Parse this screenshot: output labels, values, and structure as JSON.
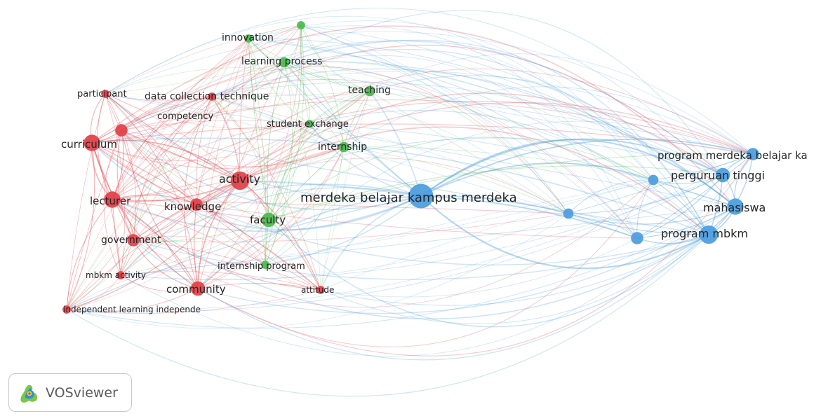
{
  "network": {
    "colors": {
      "1": "#e2434b",
      "2": "#4fba4f",
      "3": "#4f9fde"
    },
    "nodes": [
      {
        "id": "merdeka",
        "label": "merdeka belajar kampus merdeka",
        "cluster": 3,
        "weight": 10
      },
      {
        "id": "activity",
        "label": "activity",
        "cluster": 1,
        "weight": 7
      },
      {
        "id": "curriculum",
        "label": "curriculum",
        "cluster": 1,
        "weight": 6
      },
      {
        "id": "lecturer",
        "label": "lecturer",
        "cluster": 1,
        "weight": 6
      },
      {
        "id": "community",
        "label": "community",
        "cluster": 1,
        "weight": 5
      },
      {
        "id": "competency",
        "label": "competency",
        "cluster": 1,
        "weight": 4
      },
      {
        "id": "knowledge",
        "label": "knowledge",
        "cluster": 1,
        "weight": 4
      },
      {
        "id": "government",
        "label": "government",
        "cluster": 1,
        "weight": 4
      },
      {
        "id": "participant",
        "label": "participant",
        "cluster": 1,
        "weight": 2
      },
      {
        "id": "datacollection",
        "label": "data collection technique",
        "cluster": 1,
        "weight": 2
      },
      {
        "id": "mbkmactivity",
        "label": "mbkm activity",
        "cluster": 1,
        "weight": 2
      },
      {
        "id": "independent",
        "label": "independent learning independe",
        "cluster": 1,
        "weight": 2
      },
      {
        "id": "attitude",
        "label": "attitude",
        "cluster": 1,
        "weight": 2
      },
      {
        "id": "faculty",
        "label": "faculty",
        "cluster": 2,
        "weight": 5
      },
      {
        "id": "innovation",
        "label": "innovation",
        "cluster": 2,
        "weight": 2
      },
      {
        "id": "topnode",
        "label": "",
        "cluster": 2,
        "weight": 2
      },
      {
        "id": "learningprocess",
        "label": "learning process",
        "cluster": 2,
        "weight": 3
      },
      {
        "id": "teaching",
        "label": "teaching",
        "cluster": 2,
        "weight": 3
      },
      {
        "id": "studentexchange",
        "label": "student exchange",
        "cluster": 2,
        "weight": 2
      },
      {
        "id": "internship",
        "label": "internship",
        "cluster": 2,
        "weight": 3
      },
      {
        "id": "internshipprogram",
        "label": "internship program",
        "cluster": 2,
        "weight": 2
      },
      {
        "id": "programmerdeka",
        "label": "program merdeka belajar ka",
        "cluster": 3,
        "weight": 4
      },
      {
        "id": "perguruan",
        "label": "perguruan tinggi",
        "cluster": 3,
        "weight": 5
      },
      {
        "id": "mahasiswa",
        "label": "mahasiswa",
        "cluster": 3,
        "weight": 6
      },
      {
        "id": "programmbkm",
        "label": "program mbkm",
        "cluster": 3,
        "weight": 7
      },
      {
        "id": "b1",
        "label": "",
        "cluster": 3,
        "weight": 3
      },
      {
        "id": "b2",
        "label": "",
        "cluster": 3,
        "weight": 4
      },
      {
        "id": "b3",
        "label": "",
        "cluster": 3,
        "weight": 3
      }
    ]
  },
  "brand": {
    "name": "VOSviewer"
  }
}
